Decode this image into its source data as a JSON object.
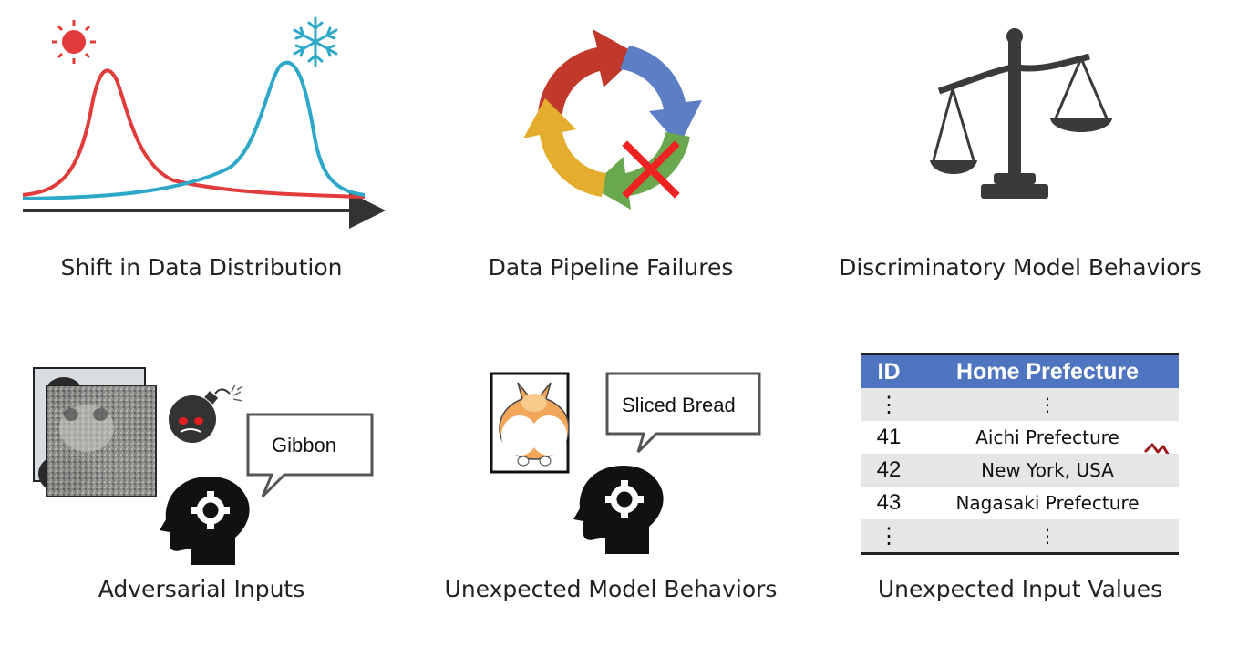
{
  "panels": [
    {
      "caption": "Shift in Data Distribution"
    },
    {
      "caption": "Data Pipeline Failures"
    },
    {
      "caption": "Discriminatory Model Behaviors"
    },
    {
      "caption": "Adversarial Inputs"
    },
    {
      "caption": "Unexpected Model Behaviors"
    },
    {
      "caption": "Unexpected Input Values"
    }
  ],
  "bubbles": {
    "adversarial": "Gibbon",
    "unexpected": "Sliced Bread"
  },
  "table": {
    "headers": [
      "ID",
      "Home Prefecture"
    ],
    "rows": [
      {
        "id": "⋮",
        "value": "⋮"
      },
      {
        "id": "41",
        "value": "Aichi Prefecture"
      },
      {
        "id": "42",
        "value": "New York, USA"
      },
      {
        "id": "43",
        "value": "Nagasaki Prefecture"
      },
      {
        "id": "⋮",
        "value": "⋮"
      }
    ]
  },
  "colors": {
    "warm": "#e23b3b",
    "cold": "#2ea8c8",
    "header": "#4f75c1",
    "icon_dark": "#3a3a3a"
  }
}
